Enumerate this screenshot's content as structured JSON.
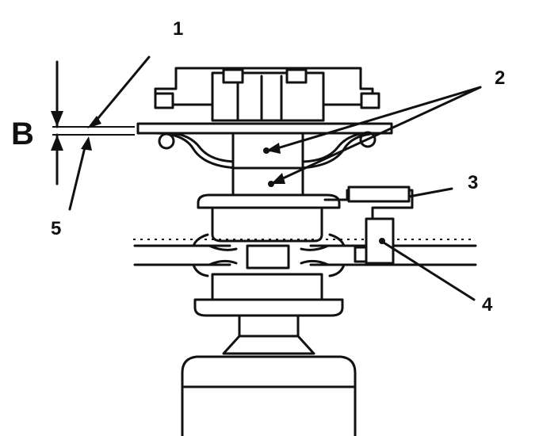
{
  "labels": {
    "callout_1": "1",
    "callout_2": "2",
    "callout_3": "3",
    "callout_4": "4",
    "callout_5": "5",
    "dimension_b": "B"
  },
  "colors": {
    "ink": "#111111",
    "paper": "#ffffff"
  }
}
